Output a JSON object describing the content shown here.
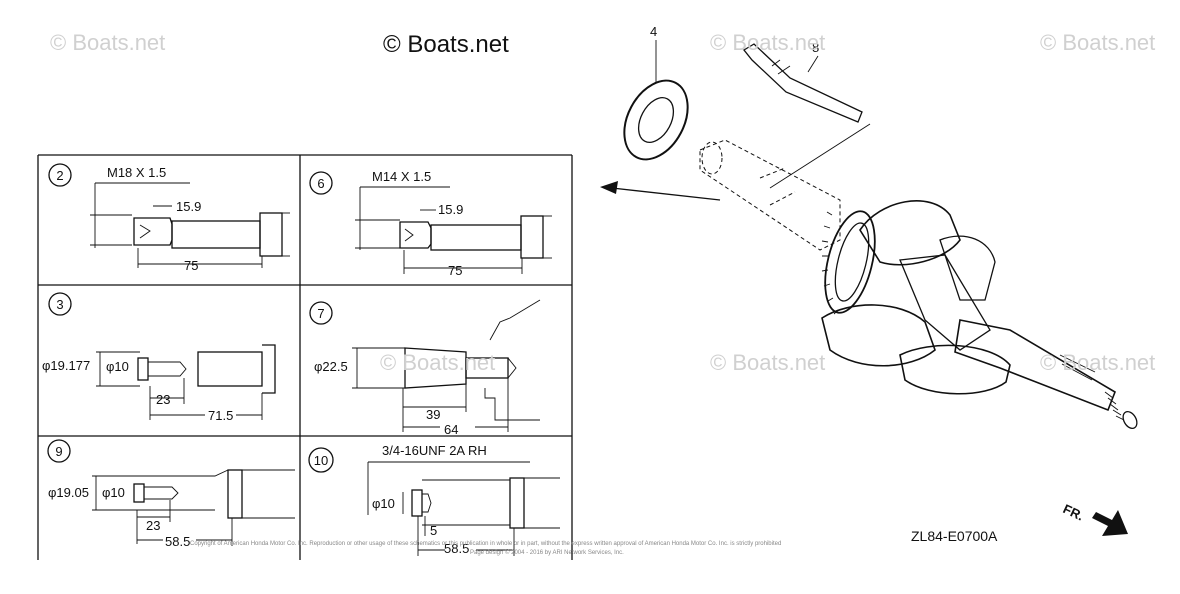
{
  "watermarks": {
    "main": "© Boats.net",
    "faint": "© Boats.net"
  },
  "callouts": {
    "washer": "4",
    "shaft": "8"
  },
  "panels": {
    "p2": {
      "num": "2",
      "spec": "M18 X 1.5",
      "d1": "15.9",
      "d2": "75"
    },
    "p6": {
      "num": "6",
      "spec": "M14 X 1.5",
      "d1": "15.9",
      "d2": "75"
    },
    "p3": {
      "num": "3",
      "dia_outer": "φ19.177",
      "dia_inner": "φ10",
      "d1": "23",
      "d2": "71.5"
    },
    "p7": {
      "num": "7",
      "dia": "φ22.5",
      "d1": "39",
      "d2": "64"
    },
    "p9": {
      "num": "9",
      "dia_outer": "φ19.05",
      "dia_inner": "φ10",
      "d1": "23",
      "d2": "58.5"
    },
    "p10": {
      "num": "10",
      "spec": "3/4-16UNF 2A RH",
      "dia": "φ10",
      "d1": "5",
      "d2": "58.5"
    }
  },
  "diagram_code": "ZL84-E0700A",
  "direction": "FR.",
  "footer_line1": "Copyright of American Honda Motor Co. Inc. Reproduction or other usage of these schematics or this publication in whole or in part, without the express written approval of American Honda Motor Co. Inc. is strictly prohibited",
  "footer_line2": "Page design © 2004 - 2016 by ARI Network Services, Inc."
}
